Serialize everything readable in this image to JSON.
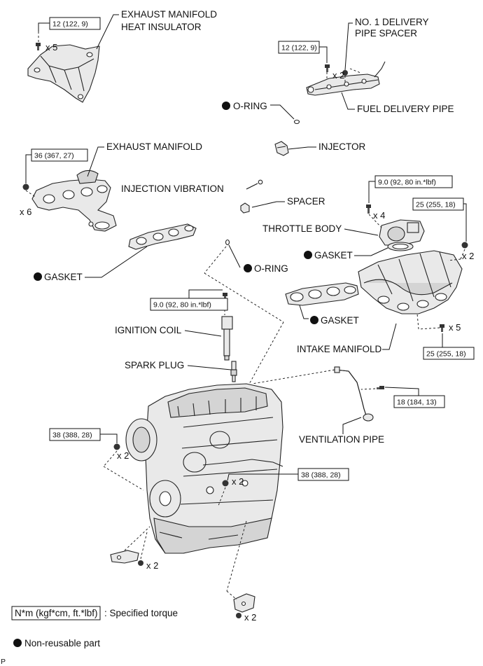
{
  "labels": {
    "exhaust_manifold_heat_insulator_1": "EXHAUST MANIFOLD",
    "exhaust_manifold_heat_insulator_2": "HEAT INSULATOR",
    "no1_delivery_pipe_spacer_1": "NO. 1 DELIVERY",
    "no1_delivery_pipe_spacer_2": "PIPE SPACER",
    "fuel_delivery_pipe": "FUEL DELIVERY PIPE",
    "o_ring_top": "O-RING",
    "injector": "INJECTOR",
    "exhaust_manifold": "EXHAUST MANIFOLD",
    "injection_vibration": "INJECTION VIBRATION",
    "spacer": "SPACER",
    "throttle_body": "THROTTLE BODY",
    "gasket_throttle": "GASKET",
    "gasket_exhaust": "GASKET",
    "o_ring_mid": "O-RING",
    "gasket_intake": "GASKET",
    "ignition_coil": "IGNITION COIL",
    "intake_manifold": "INTAKE MANIFOLD",
    "spark_plug": "SPARK PLUG",
    "ventilation_pipe": "VENTILATION PIPE"
  },
  "torques": {
    "heat_insulator": "12 (122, 9)",
    "delivery_pipe": "12 (122, 9)",
    "exhaust_manifold": "36 (367, 27)",
    "throttle_body": "9.0 (92, 80 in.*lbf)",
    "intake_upper": "25 (255, 18)",
    "ignition_coil": "9.0 (92, 80 in.*lbf)",
    "intake_lower": "25 (255, 18)",
    "ventilation_pipe": "18 (184, 13)",
    "engine_left": "38 (388, 28)",
    "engine_center": "38 (388, 28)"
  },
  "multipliers": {
    "heat_insulator": "x 5",
    "delivery_pipe": "x 2",
    "exhaust_manifold": "x 6",
    "throttle_body": "x 4",
    "intake_upper": "x 2",
    "intake_lower": "x 5",
    "engine_left": "x 2",
    "engine_center": "x 2",
    "bracket_left": "x 2",
    "bracket_bottom": "x 2"
  },
  "legend": {
    "torque_key": "N*m (kgf*cm, ft.*lbf)",
    "torque_desc": ": Specified torque",
    "nonreusable": "Non-reusable part"
  },
  "figure_code": "P"
}
